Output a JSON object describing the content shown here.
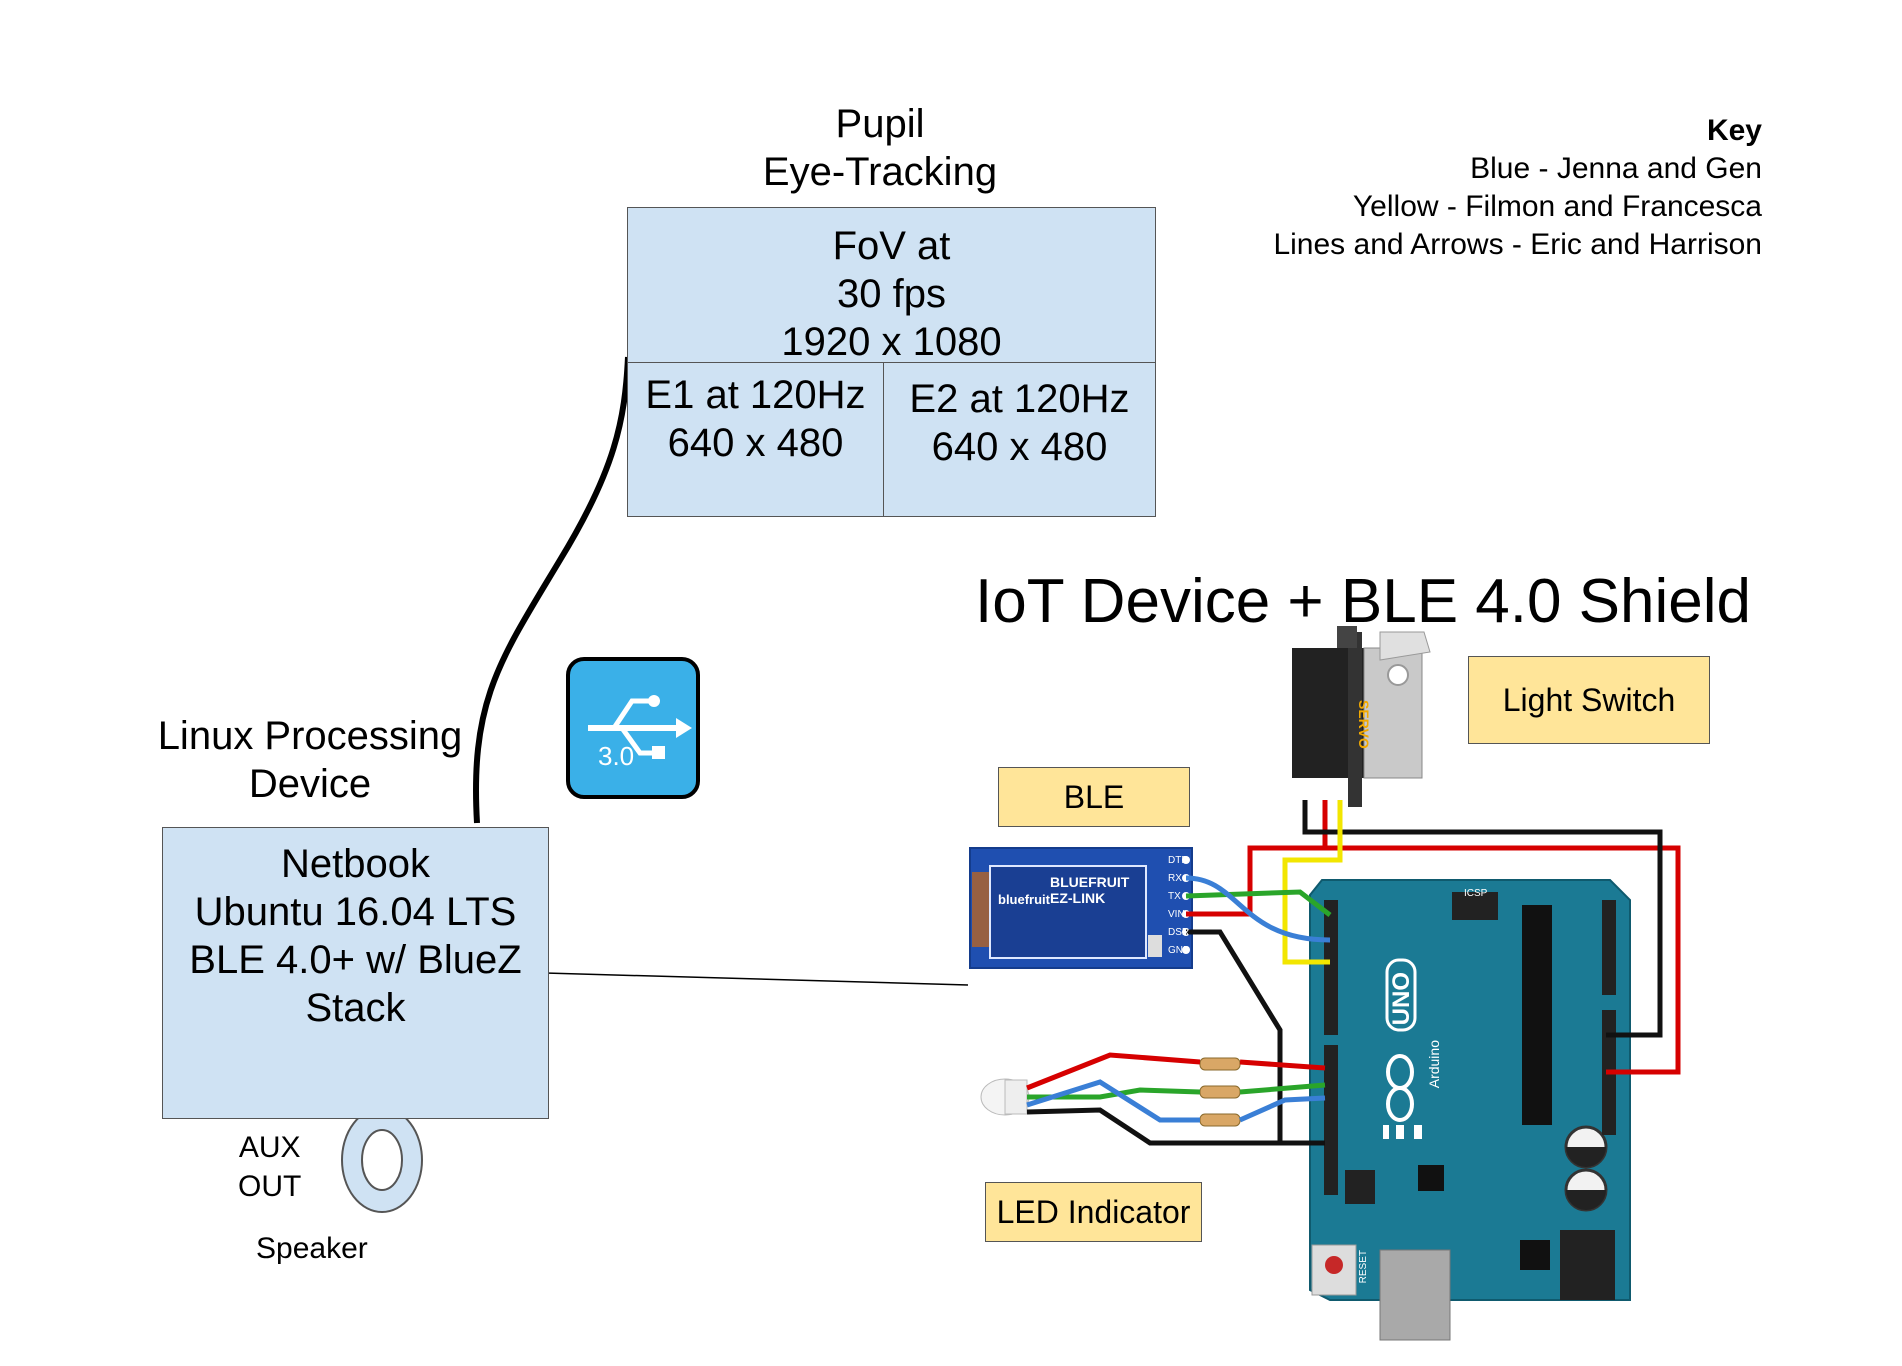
{
  "pupil": {
    "title_line1": "Pupil",
    "title_line2": "Eye-Tracking",
    "fov_line1": "FoV at",
    "fov_line2": "30 fps",
    "fov_line3": "1920 x 1080",
    "e1_line1": "E1 at 120Hz",
    "e1_line2": "640 x 480",
    "e2_line1": "E2 at 120Hz",
    "e2_line2": "640 x 480"
  },
  "key": {
    "title": "Key",
    "line1": "Blue - Jenna and Gen",
    "line2": "Yellow - Filmon and Francesca",
    "line3": "Lines and Arrows - Eric and Harrison"
  },
  "iot": {
    "title": "IoT Device + BLE 4.0 Shield"
  },
  "labels": {
    "light_switch": "Light Switch",
    "ble": "BLE",
    "led_indicator": "LED Indicator",
    "servo_text": "SERVO"
  },
  "linux": {
    "title_line1": "Linux Processing",
    "title_line2": "Device",
    "netbook_line1": "Netbook",
    "netbook_line2": "Ubuntu 16.04 LTS",
    "netbook_line3": "BLE 4.0+ w/ BlueZ",
    "netbook_line4": "Stack"
  },
  "speaker": {
    "aux_line1": "AUX",
    "aux_line2": "OUT",
    "label": "Speaker"
  },
  "usb": {
    "version": "3.0"
  },
  "ble_module": {
    "brand": "bluefruit",
    "name_line1": "BLUEFRUIT",
    "name_line2": "EZ-LINK",
    "pins": [
      "DTR",
      "RX",
      "TX",
      "VIN",
      "DSR",
      "GND"
    ]
  },
  "arduino": {
    "model": "UNO",
    "brand": "Arduino",
    "reset_label": "RESET",
    "icsp_label": "ICSP"
  },
  "colors": {
    "blue_box": "#cfe2f3",
    "yellow_box": "#ffe599",
    "arduino_teal": "#1b7a94",
    "usb_icon": "#3ab0e8",
    "wire_red": "#d60000",
    "wire_green": "#2aa52a",
    "wire_blue": "#3a7fd6",
    "wire_yellow": "#f2e600",
    "wire_black": "#111111"
  }
}
